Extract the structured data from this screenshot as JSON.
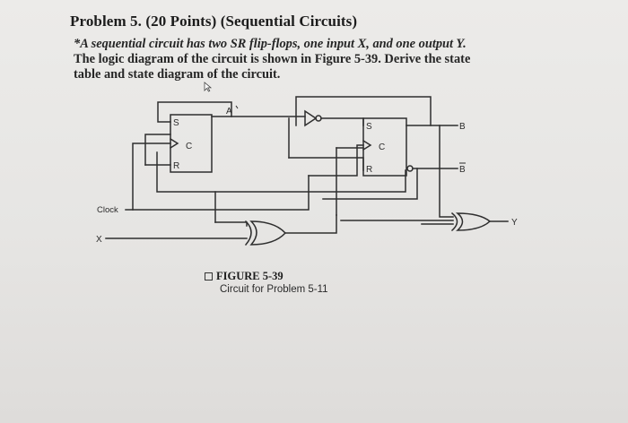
{
  "problem": {
    "title": "Problem 5. (20 Points) (Sequential Circuits)",
    "lines": [
      "*A sequential circuit has two SR flip-flops, one input X, and one output Y.",
      "The logic diagram of the circuit is shown in Figure 5-39. Derive the state",
      "table and state diagram of the circuit."
    ]
  },
  "diagram": {
    "ff_a": {
      "s_label": "S",
      "c_label": "C",
      "r_label": "R",
      "output_label": "A"
    },
    "ff_b": {
      "s_label": "S",
      "c_label": "C",
      "r_label": "R"
    },
    "clock_label": "Clock",
    "input_label": "X",
    "output_b_label": "B",
    "output_b_not_label": "B",
    "output_y_label": "Y"
  },
  "figure": {
    "title": "FIGURE 5-39",
    "caption": "Circuit for Problem 5-11"
  }
}
